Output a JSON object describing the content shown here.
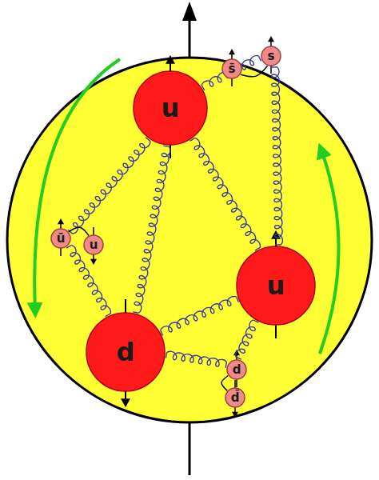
{
  "diagram": {
    "nodes": [
      {
        "text": [
          "u"
        ]
      },
      {
        "text": [
          "s̄"
        ]
      },
      {
        "text": [
          "s"
        ]
      },
      {
        "text": [
          "ū"
        ]
      },
      {
        "text": [
          "u"
        ]
      },
      {
        "text": [
          "u"
        ]
      },
      {
        "text": [
          "d"
        ]
      },
      {
        "text": [
          "d"
        ]
      },
      {
        "text": [
          "d̄"
        ]
      }
    ],
    "edges": [
      {
        "from": 0,
        "to": 2,
        "arrow": "none"
      },
      {
        "from": 2,
        "to": 5,
        "arrow": "none"
      },
      {
        "from": 0,
        "to": 3,
        "arrow": "none"
      },
      {
        "from": 3,
        "to": 6,
        "arrow": "none"
      },
      {
        "from": 6,
        "to": 7,
        "arrow": "none"
      },
      {
        "from": 7,
        "to": 5,
        "arrow": "none"
      },
      {
        "from": 0,
        "to": 5,
        "arrow": "none"
      },
      {
        "from": 0,
        "to": 6,
        "arrow": "none"
      },
      {
        "from": 6,
        "to": 5,
        "arrow": "none"
      },
      {
        "from": 1,
        "to": 2,
        "arrow": "none"
      },
      {
        "from": 3,
        "to": 4,
        "arrow": "none"
      },
      {
        "from": 7,
        "to": 8,
        "arrow": "none"
      }
    ]
  }
}
